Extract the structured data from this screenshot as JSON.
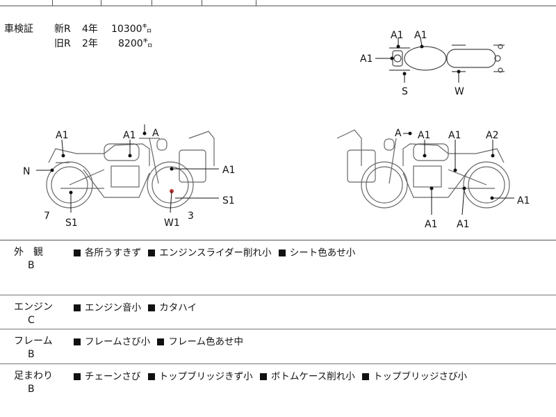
{
  "registration": {
    "label": "車検証",
    "new": {
      "type": "新R",
      "years": "4年",
      "amount": "10300㌔"
    },
    "old": {
      "type": "旧R",
      "years": "2年",
      "amount": "8200㌔"
    }
  },
  "top_view": {
    "labels": [
      "A1",
      "A1",
      "A1",
      "S",
      "W"
    ]
  },
  "left_view": {
    "labels": [
      "A1",
      "A1",
      "A",
      "A1",
      "S1",
      "N",
      "7",
      "S1",
      "W1",
      "3"
    ]
  },
  "right_view": {
    "labels": [
      "A",
      "A1",
      "A1",
      "A2",
      "A1",
      "A1",
      "A1"
    ]
  },
  "sections": [
    {
      "label": "外　観",
      "grade": "B",
      "notes": [
        "各所うすきず",
        "エンジンスライダー削れ小",
        "シート色あせ小"
      ]
    },
    {
      "label": "エンジン",
      "grade": "C",
      "notes": [
        "エンジン音小",
        "カタハイ"
      ]
    },
    {
      "label": "フレーム",
      "grade": "B",
      "notes": [
        "フレームさび小",
        "フレーム色あせ中"
      ]
    },
    {
      "label": "足まわり",
      "grade": "B",
      "notes": [
        "チェーンさび",
        "トップブリッジきず小",
        "ボトムケース削れ小",
        "トップブリッジさび小"
      ]
    }
  ]
}
